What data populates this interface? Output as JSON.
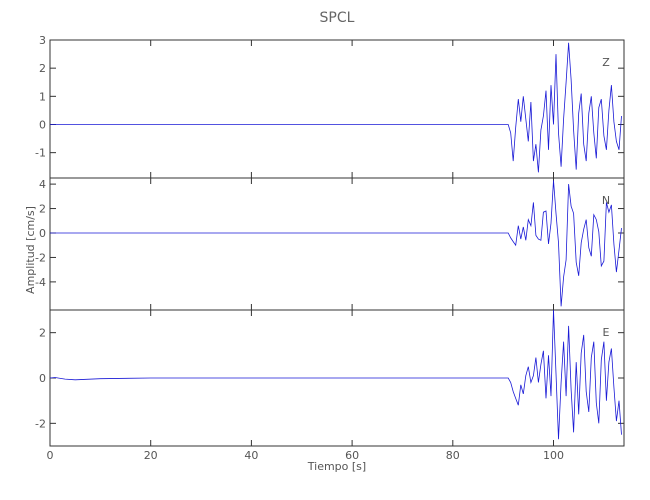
{
  "chart_data": {
    "type": "line",
    "title": "SPCL",
    "xlabel": "Tiempo [s]",
    "ylabel": "Amplitud [cm/s]",
    "xlim": [
      0,
      114
    ],
    "xticks": [
      0,
      20,
      40,
      60,
      80,
      100
    ],
    "xtick_labels": [
      "0",
      "20",
      "40",
      "60",
      "80",
      "100"
    ],
    "line_color": "#1a1ad6",
    "grid": false,
    "panels": [
      {
        "name": "Z",
        "ylim": [
          -1.9,
          3.0
        ],
        "yticks": [
          -1,
          0,
          1,
          2,
          3
        ],
        "ytick_labels": [
          "-1",
          "0",
          "1",
          "2",
          "3"
        ],
        "x": [
          0,
          20,
          40,
          60,
          80,
          91,
          91.5,
          92,
          92.5,
          93,
          93.5,
          94,
          94.5,
          95,
          95.5,
          96,
          96.5,
          97,
          97.5,
          98,
          98.5,
          99,
          99.5,
          100,
          100.5,
          101,
          101.5,
          102,
          102.5,
          103,
          103.5,
          104,
          104.5,
          105,
          105.5,
          106,
          106.5,
          107,
          107.5,
          108,
          108.5,
          109,
          109.5,
          110,
          110.5,
          111,
          111.5,
          112,
          112.5,
          113,
          113.5
        ],
        "y": [
          0,
          0,
          0,
          0,
          0,
          0,
          -0.3,
          -1.3,
          -0.1,
          0.9,
          0.1,
          1.0,
          0.2,
          -0.6,
          0.8,
          -1.3,
          -0.7,
          -1.7,
          -0.2,
          0.3,
          1.2,
          -0.9,
          1.4,
          0.0,
          2.5,
          -0.3,
          -1.5,
          0.2,
          1.5,
          2.9,
          1.6,
          -0.2,
          -1.6,
          0.4,
          1.1,
          -0.7,
          -1.3,
          0.4,
          1.0,
          -0.3,
          -1.2,
          0.6,
          0.9,
          -0.4,
          -0.9,
          0.5,
          1.4,
          0.1,
          -0.6,
          -0.9,
          0.3
        ]
      },
      {
        "name": "N",
        "ylim": [
          -6.3,
          4.5
        ],
        "yticks": [
          -4,
          -2,
          0,
          2,
          4
        ],
        "ytick_labels": [
          "-4",
          "-2",
          "0",
          "2",
          "4"
        ],
        "x": [
          0,
          20,
          40,
          60,
          80,
          91,
          91.5,
          92,
          92.5,
          93,
          93.5,
          94,
          94.5,
          95,
          95.5,
          96,
          96.5,
          97,
          97.5,
          98,
          98.5,
          99,
          99.5,
          100,
          100.5,
          101,
          101.5,
          102,
          102.5,
          103,
          103.5,
          104,
          104.5,
          105,
          105.5,
          106,
          106.5,
          107,
          107.5,
          108,
          108.5,
          109,
          109.5,
          110,
          110.5,
          111,
          111.5,
          112,
          112.5,
          113,
          113.5
        ],
        "y": [
          0,
          0,
          0,
          0,
          0,
          0,
          -0.4,
          -0.7,
          -1.0,
          0.6,
          -0.5,
          0.5,
          -0.6,
          1.1,
          0.6,
          2.5,
          -0.2,
          -0.5,
          -0.6,
          1.7,
          1.8,
          -0.9,
          0.8,
          4.3,
          1.6,
          -0.8,
          -6.0,
          -3.6,
          -2.2,
          4.0,
          2.2,
          1.6,
          -2.4,
          -3.5,
          -0.8,
          0.3,
          1.1,
          -1.2,
          -1.9,
          1.5,
          1.1,
          0.1,
          -2.7,
          -2.3,
          2.5,
          1.7,
          2.3,
          -0.9,
          -3.2,
          -1.4,
          0.4
        ]
      },
      {
        "name": "E",
        "ylim": [
          -3.0,
          3.0
        ],
        "yticks": [
          -2,
          0,
          2
        ],
        "ytick_labels": [
          "-2",
          "0",
          "2"
        ],
        "x": [
          0,
          1,
          3,
          5,
          10,
          20,
          40,
          60,
          80,
          91,
          91.5,
          92,
          92.5,
          93,
          93.5,
          94,
          94.5,
          95,
          95.5,
          96,
          96.5,
          97,
          97.5,
          98,
          98.5,
          99,
          99.5,
          100,
          100.5,
          101,
          101.5,
          102,
          102.5,
          103,
          103.5,
          104,
          104.5,
          105,
          105.5,
          106,
          106.5,
          107,
          107.5,
          108,
          108.5,
          109,
          109.5,
          110,
          110.5,
          111,
          111.5,
          112,
          112.5,
          113,
          113.5
        ],
        "y": [
          0,
          0.02,
          -0.05,
          -0.08,
          -0.03,
          0,
          0,
          0,
          0,
          0,
          -0.2,
          -0.6,
          -0.9,
          -1.2,
          -0.3,
          -0.7,
          0.1,
          0.5,
          -0.2,
          0.1,
          0.9,
          -0.2,
          0.6,
          1.2,
          -0.9,
          1.0,
          -0.8,
          3.0,
          0.2,
          -2.7,
          -0.2,
          1.6,
          -0.8,
          2.3,
          -0.5,
          -2.4,
          0.7,
          -1.6,
          1.1,
          1.9,
          -0.6,
          -1.5,
          0.9,
          1.6,
          -1.1,
          -2.0,
          0.8,
          1.6,
          -1.0,
          0.7,
          1.3,
          -0.4,
          -1.9,
          -1.0,
          -2.5
        ]
      }
    ]
  }
}
